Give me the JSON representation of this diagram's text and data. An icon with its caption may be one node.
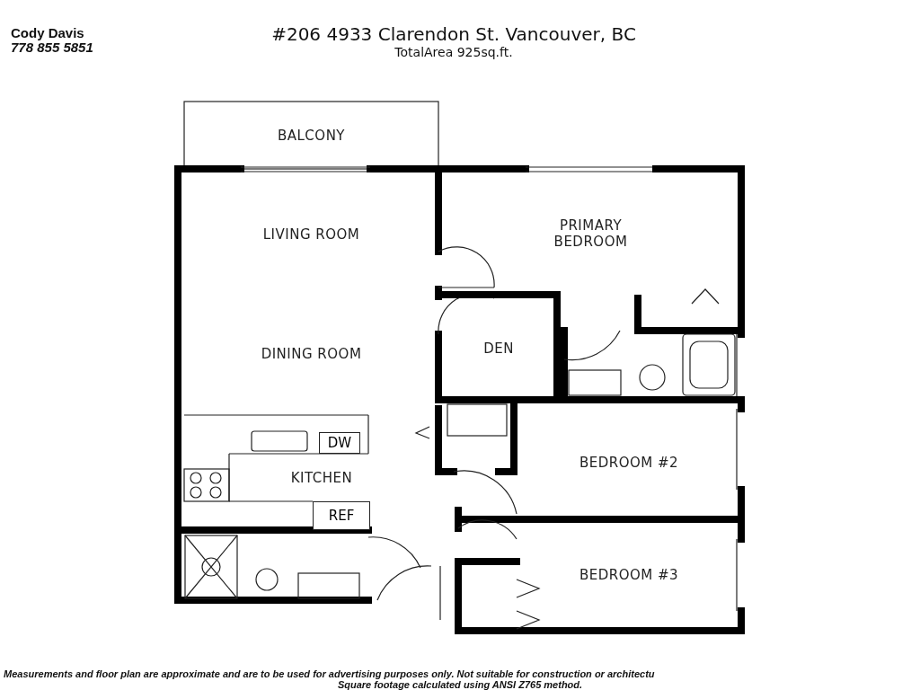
{
  "diagram": {
    "title": "#206 4933 Clarendon St. Vancouver, BC",
    "nodes": [
      {
        "text": [
          "BALCONY"
        ]
      },
      {
        "text": [
          "LIVING ROOM",
          "DINING ROOM"
        ]
      },
      {
        "text": [
          "PRIMARY BEDROOM"
        ]
      },
      {
        "text": [
          "DEN"
        ]
      },
      {
        "text": [
          "KITCHEN"
        ]
      },
      {
        "text": [
          "DW"
        ]
      },
      {
        "text": [
          "REF"
        ]
      },
      {
        "text": [
          "BEDROOM #2"
        ]
      },
      {
        "text": [
          "BEDROOM #3"
        ]
      }
    ],
    "edges": [],
    "labels": [
      "Cody Davis",
      "778 855 5851",
      "TotalArea 925sq.ft.",
      "Measurements and floor plan are approximate and are to be used for advertising purposes only. Not suitable for construction or architectu",
      "Square footage calculated using ANSI Z765 method."
    ]
  }
}
